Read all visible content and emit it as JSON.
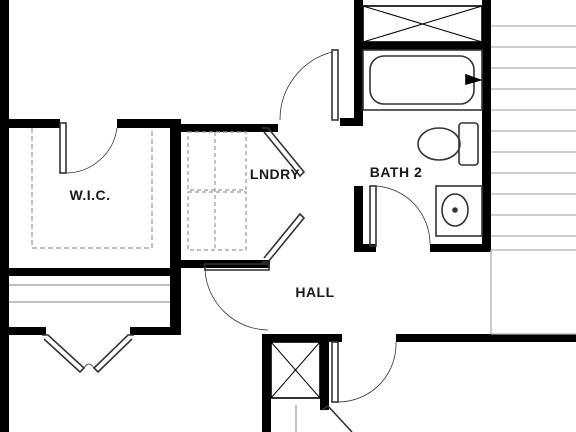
{
  "rooms": {
    "wic": "W.I.C.",
    "laundry": "LNDRY",
    "bath": "BATH 2",
    "hall": "HALL"
  },
  "colors": {
    "wall": "#000000",
    "fixture": "#333333",
    "dashed": "#9a9a9a",
    "stair": "#b0b0b0"
  }
}
